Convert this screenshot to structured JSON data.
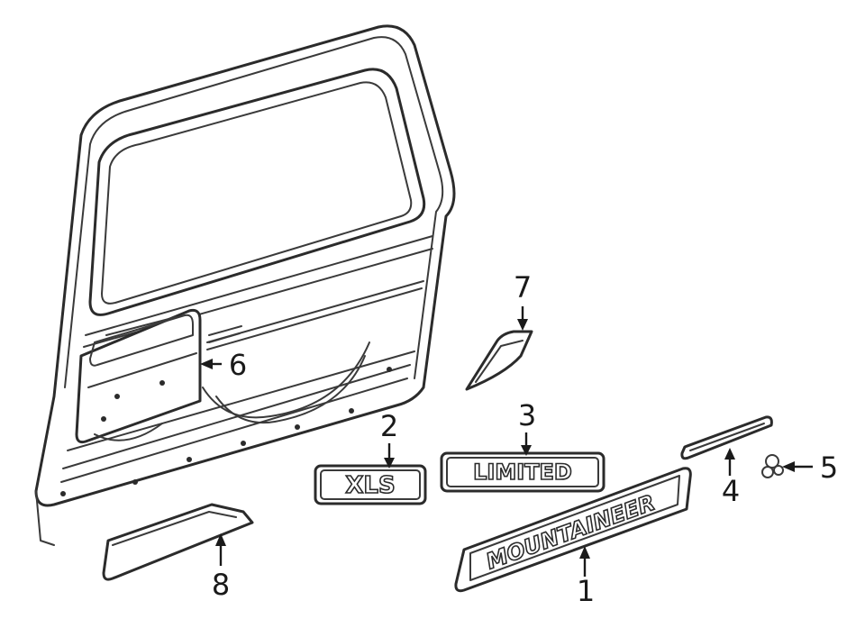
{
  "diagram": {
    "callouts": [
      {
        "id": "1",
        "label": "1"
      },
      {
        "id": "2",
        "label": "2"
      },
      {
        "id": "3",
        "label": "3"
      },
      {
        "id": "4",
        "label": "4"
      },
      {
        "id": "5",
        "label": "5"
      },
      {
        "id": "6",
        "label": "6"
      },
      {
        "id": "7",
        "label": "7"
      },
      {
        "id": "8",
        "label": "8"
      }
    ],
    "emblems": {
      "xls": "XLS",
      "limited": "LIMITED",
      "mountaineer": "MOUNTAINEER"
    }
  }
}
